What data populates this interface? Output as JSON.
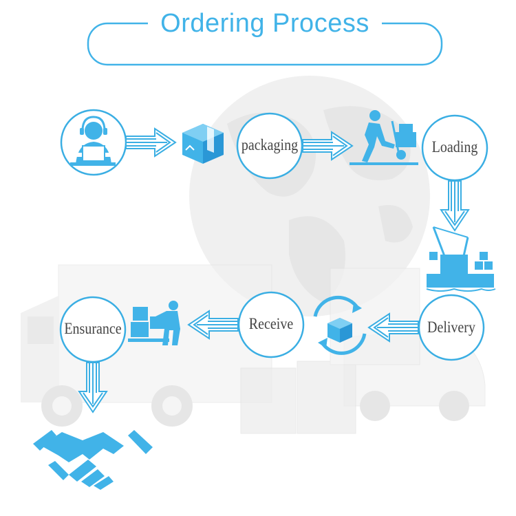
{
  "header": {
    "title": "Ordering Process"
  },
  "steps": [
    {
      "id": "order",
      "label": "",
      "icon": "customer-service-icon"
    },
    {
      "id": "box",
      "label": "",
      "icon": "box-icon"
    },
    {
      "id": "packaging",
      "label": "packaging",
      "icon": ""
    },
    {
      "id": "handtruck",
      "label": "",
      "icon": "hand-truck-worker-icon"
    },
    {
      "id": "loading",
      "label": "Loading",
      "icon": ""
    },
    {
      "id": "ship",
      "label": "",
      "icon": "port-crane-ship-icon"
    },
    {
      "id": "delivery",
      "label": "Delivery",
      "icon": ""
    },
    {
      "id": "refresh",
      "label": "",
      "icon": "box-refresh-icon"
    },
    {
      "id": "receive",
      "label": "Receive",
      "icon": ""
    },
    {
      "id": "unload",
      "label": "",
      "icon": "pallet-worker-icon"
    },
    {
      "id": "ensurance",
      "label": "Ensurance",
      "icon": ""
    },
    {
      "id": "deal",
      "label": "",
      "icon": "handshake-icon"
    }
  ],
  "colors": {
    "accent": "#41b3e8",
    "circle_stroke": "#3aaee3",
    "text": "#444444",
    "background_art": "#e9e9e9"
  }
}
